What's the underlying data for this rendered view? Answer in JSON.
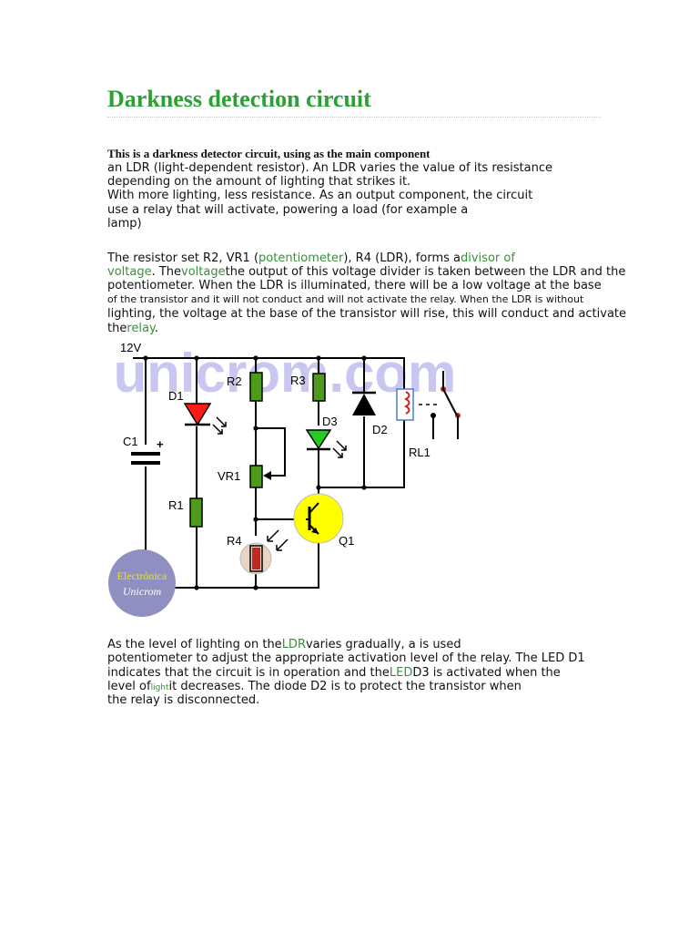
{
  "page": {
    "title": "Darkness detection circuit",
    "intro_bold": "This is a darkness detector circuit, using as the main component",
    "intro_lines": [
      "an LDR (light-dependent resistor). An LDR varies the value of its resistance",
      "depending on the amount of lighting that strikes it.",
      "With more lighting, less resistance. As an output component, the circuit",
      "use a relay that will activate, powering a load (for example a",
      "lamp)"
    ],
    "p2": {
      "l1_a": "The resistor set R2, VR1 (",
      "l1_link": "potentiometer",
      "l1_b": "), R4 (LDR), forms a",
      "l1_link2": "divisor of",
      "l2_link": "voltage",
      "l2_a": ". The",
      "l2_link2": "voltage",
      "l2_b": "the output of this voltage divider is taken between the LDR and the",
      "l3": "potentiometer. When the LDR is illuminated, there will be a low voltage at the base",
      "l4": "of the transistor and it will not conduct and will not activate the relay. When the LDR is without",
      "l5": "lighting, the voltage at the base of the transistor will rise, this will conduct and activate",
      "l6_a": "the",
      "l6_link": "relay",
      "l6_b": "."
    },
    "p3": {
      "l1_a": "As the level of lighting on the",
      "l1_link": "LDR",
      "l1_b": "varies gradually, a is used",
      "l2": "potentiometer to adjust the appropriate activation level of the relay. The LED D1",
      "l3_a": "indicates that the circuit is in operation and the",
      "l3_link": "LED",
      "l3_b": "D3 is activated when the",
      "l4_a": "level of",
      "l4_link": "light",
      "l4_b": "it decreases. The diode D2 is to protect the transistor when",
      "l5": "the relay is disconnected."
    }
  },
  "circuit": {
    "watermark": "unicrom.com",
    "logo_top": "Electrónica",
    "logo_bottom": "Unicrom",
    "labels": {
      "supply": "12V",
      "c1": "C1",
      "plus": "+",
      "d1": "D1",
      "r1": "R1",
      "r2": "R2",
      "vr1": "VR1",
      "r4": "R4",
      "r3": "R3",
      "d3": "D3",
      "q1": "Q1",
      "d2": "D2",
      "rl1": "RL1"
    },
    "colors": {
      "wire": "#000000",
      "resistor": "#4f9a1d",
      "led_d1": "#ff1a1a",
      "led_d3": "#22cc22",
      "transistor": "#ffff00",
      "ldr": "#ead3c3",
      "relay_coil": "#4a7ed0",
      "watermark": "#c9c6f2",
      "logo": "#8f8fc2",
      "logo_text": "#e8e030",
      "title": "#2aa133",
      "link": "#3a8f3a"
    }
  }
}
